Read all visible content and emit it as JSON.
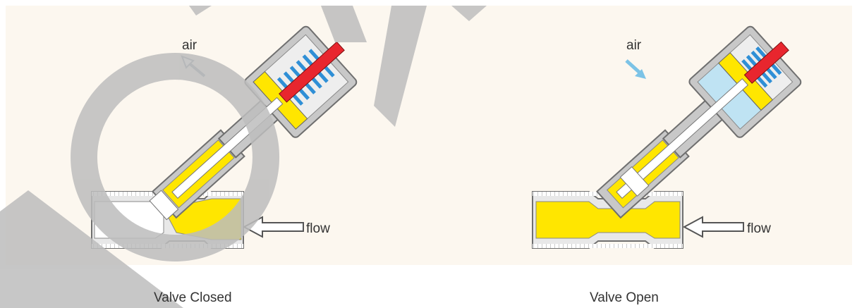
{
  "panels": [
    {
      "caption": "Valve Closed",
      "air_label": "air",
      "flow_label": "flow",
      "air_direction": "out",
      "state": "closed"
    },
    {
      "caption": "Valve Open",
      "air_label": "air",
      "flow_label": "flow",
      "air_direction": "in",
      "state": "open"
    }
  ],
  "colors": {
    "fluid": "#ffe600",
    "piston": "#ffe600",
    "stem": "#e8262e",
    "spring": "#2f8fd6",
    "air": "#bfe3f3",
    "body": "#c8c8c8",
    "body_outline": "#6f6f6f",
    "background": "#fcf7ef",
    "watermark": "#bdbdbd"
  }
}
